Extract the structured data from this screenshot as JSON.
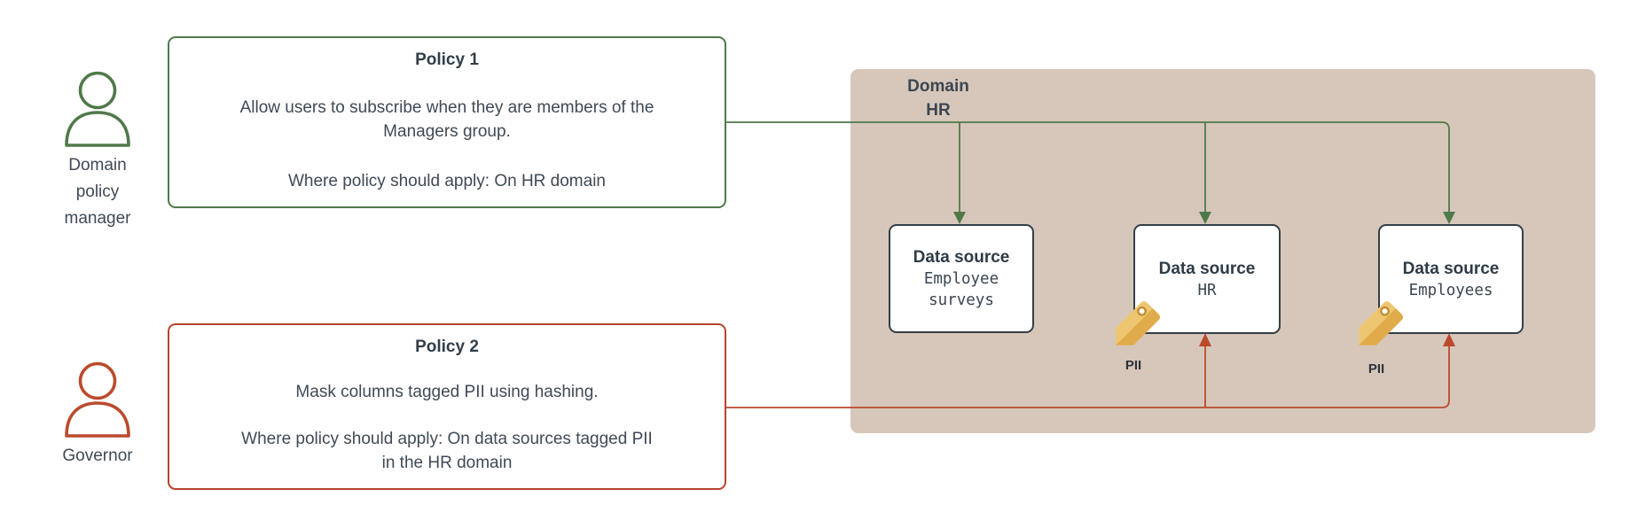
{
  "colors": {
    "green": "#50794a",
    "red": "#bb4a2c",
    "tan": "#d7c7bb",
    "ink": "#333e49",
    "tag_light": "#eec671",
    "tag_dark": "#e0ab4a",
    "tag_ring": "#c28f35"
  },
  "actors": [
    {
      "label_lines": [
        "Domain",
        "policy",
        "manager"
      ]
    },
    {
      "label_lines": [
        "Governor"
      ]
    }
  ],
  "policies": [
    {
      "title": "Policy 1",
      "body_lines": [
        "Allow users to subscribe when they are members of the",
        "Managers group."
      ],
      "where_lines": [
        "Where policy should apply: On HR domain"
      ]
    },
    {
      "title": "Policy 2",
      "body_lines": [
        "Mask columns tagged PII using hashing."
      ],
      "where_lines": [
        "Where  policy should apply: On data sources tagged PII",
        "in the HR domain"
      ]
    }
  ],
  "domain": {
    "label_line1": "Domain",
    "label_line2": "HR"
  },
  "data_sources": [
    {
      "title": "Data source",
      "name_lines": [
        "Employee",
        "surveys"
      ],
      "tag": null
    },
    {
      "title": "Data source",
      "name_lines": [
        "HR"
      ],
      "tag": "PII"
    },
    {
      "title": "Data source",
      "name_lines": [
        "Employees"
      ],
      "tag": "PII"
    }
  ]
}
